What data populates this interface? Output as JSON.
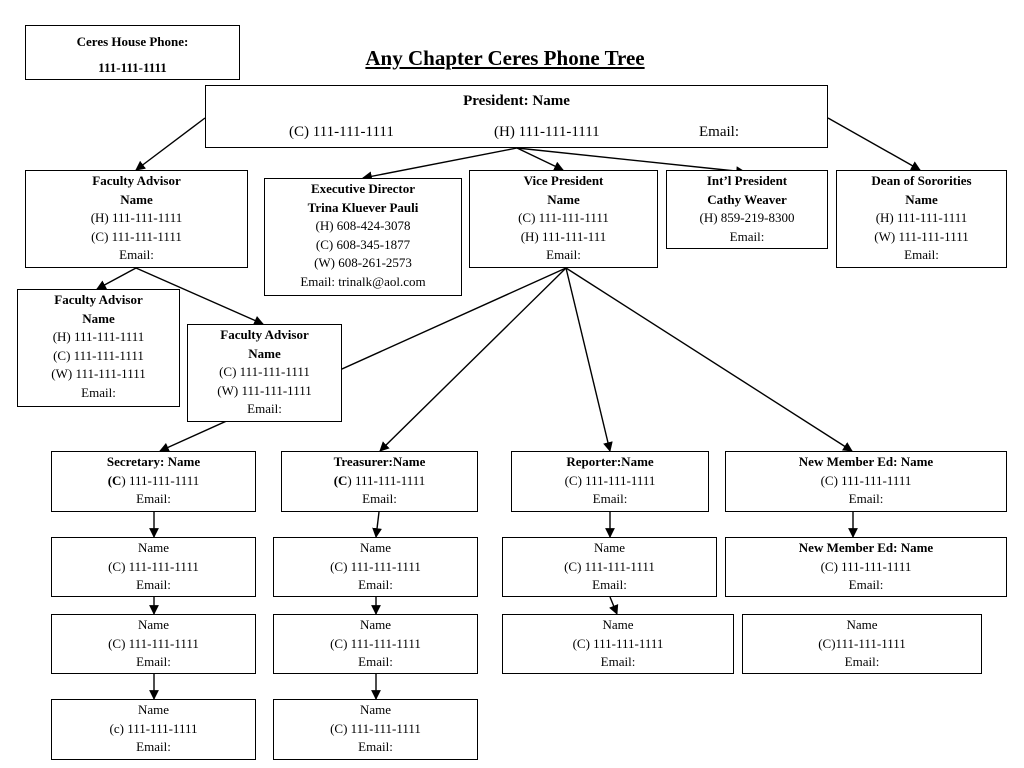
{
  "title": "Any Chapter Ceres Phone Tree",
  "house_phone": {
    "label": "Ceres House Phone:",
    "number": "111-111-1111"
  },
  "president": {
    "title": "President: Name",
    "cell": "(C) 111-111-1111",
    "home": "(H) 111-111-1111",
    "email": "Email:"
  },
  "faculty_advisor_main": {
    "title": "Faculty Advisor",
    "name": "Name",
    "lines": [
      "(H) 111-111-1111",
      "(C) 111-111-1111",
      "Email:"
    ]
  },
  "faculty_advisor_2": {
    "title": "Faculty Advisor",
    "name": "Name",
    "lines": [
      "(H) 111-111-1111",
      "(C) 111-111-1111",
      "(W) 111-111-1111",
      "Email:"
    ]
  },
  "faculty_advisor_3": {
    "title": "Faculty Advisor",
    "name": "Name",
    "lines": [
      "(C) 111-111-1111",
      "(W) 111-111-1111",
      "Email:"
    ]
  },
  "executive_director": {
    "title": "Executive Director",
    "name": "Trina Kluever Pauli",
    "lines": [
      "(H) 608-424-3078",
      "(C) 608-345-1877",
      "(W) 608-261-2573",
      "Email: trinalk@aol.com"
    ]
  },
  "vice_president": {
    "title": "Vice President",
    "name": "Name",
    "lines": [
      "(C) 111-111-1111",
      "(H) 111-111-111",
      "Email:"
    ]
  },
  "intl_president": {
    "title": "Int’l President",
    "name": "Cathy Weaver",
    "lines": [
      "(H) 859-219-8300",
      "Email:"
    ]
  },
  "dean": {
    "title": "Dean of Sororities",
    "name": "Name",
    "lines": [
      "(H) 111-111-1111",
      "(W) 111-111-1111",
      "Email:"
    ]
  },
  "secretary": {
    "head": {
      "title": "Secretary: Name",
      "prefix": "(C",
      "phone": ") 111-111-1111",
      "email": "Email:"
    },
    "members": [
      {
        "name": "Name",
        "phone": "(C) 111-111-1111",
        "email": "Email:"
      },
      {
        "name": "Name",
        "phone": "(C) 111-111-1111",
        "email": "Email:"
      },
      {
        "name": "Name",
        "phone": "(c) 111-111-1111",
        "email": "Email:"
      }
    ]
  },
  "treasurer": {
    "head": {
      "title": "Treasurer:Name",
      "prefix": "(C",
      "phone": ") 111-111-1111",
      "email": "Email:"
    },
    "members": [
      {
        "name": "Name",
        "phone": "(C) 111-111-1111",
        "email": "Email:"
      },
      {
        "name": "Name",
        "phone": "(C) 111-111-1111",
        "email": "Email:"
      },
      {
        "name": "Name",
        "phone": "(C) 111-111-1111",
        "email": "Email:"
      }
    ]
  },
  "reporter": {
    "head": {
      "title": "Reporter:Name",
      "phone": "(C) 111-111-1111",
      "email": "Email:"
    },
    "members": [
      {
        "name": "Name",
        "phone": "(C) 111-111-1111",
        "email": "Email:"
      },
      {
        "name": "Name",
        "phone": "(C) 111-111-1111",
        "email": "Email:"
      }
    ]
  },
  "new_member_ed": {
    "head": {
      "title": "New Member Ed: Name",
      "phone": "(C) 111-111-1111",
      "email": "Email:"
    },
    "second": {
      "title": "New Member Ed: Name",
      "phone": "(C) 111-111-1111",
      "email": "Email:"
    },
    "members": [
      {
        "name": "Name",
        "phone": "(C)111-111-1111",
        "email": "Email:"
      }
    ]
  }
}
